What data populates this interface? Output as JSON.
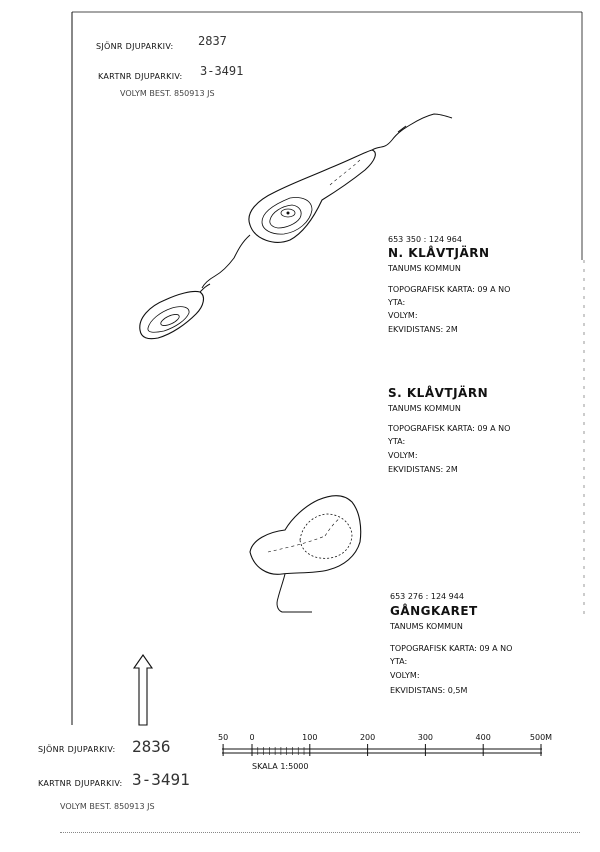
{
  "top_archive": {
    "sjonr_label": "SJÖNR DJUPARKIV:",
    "sjonr_value": "2837",
    "kartnr_label": "KARTNR DJUPARKIV:",
    "kartnr_value": "3-3491",
    "volym_note": "VOLYM BEST. 850913 JS"
  },
  "lakes": [
    {
      "coords": "653 350 : 124 964",
      "name": "N. KLÅVTJÄRN",
      "municipality": "TANUMS KOMMUN",
      "topo_map": "TOPOGRAFISK KARTA: 09 A NO",
      "area_label": "YTA:",
      "volume_label": "VOLYM:",
      "contour": "EKVIDISTANS: 2M"
    },
    {
      "coords": "",
      "name": "S. KLÅVTJÄRN",
      "municipality": "TANUMS KOMMUN",
      "topo_map": "TOPOGRAFISK KARTA: 09 A NO",
      "area_label": "YTA:",
      "volume_label": "VOLYM:",
      "contour": "EKVIDISTANS: 2M"
    },
    {
      "coords": "653 276 : 124 944",
      "name": "GÅNGKARET",
      "municipality": "TANUMS KOMMUN",
      "topo_map": "TOPOGRAFISK KARTA: 09 A NO",
      "area_label": "YTA:",
      "volume_label": "VOLYM:",
      "contour": "EKVIDISTANS: 0,5M"
    }
  ],
  "scale_bar": {
    "ticks": [
      "50",
      "0",
      "100",
      "200",
      "300",
      "400",
      "500M"
    ],
    "tick_values": [
      -50,
      0,
      100,
      200,
      300,
      400,
      500
    ],
    "label": "SKALA 1:5000"
  },
  "bottom_archive": {
    "sjonr_label": "SJÖNR DJUPARKIV:",
    "sjonr_value": "2836",
    "kartnr_label": "KARTNR DJUPARKIV:",
    "kartnr_value": "3-3491",
    "volym_note": "VOLYM BEST. 850913 JS"
  },
  "north_arrow": {
    "icon": "north-arrow-icon"
  },
  "colors": {
    "ink": "#111111",
    "paper": "#ffffff"
  }
}
